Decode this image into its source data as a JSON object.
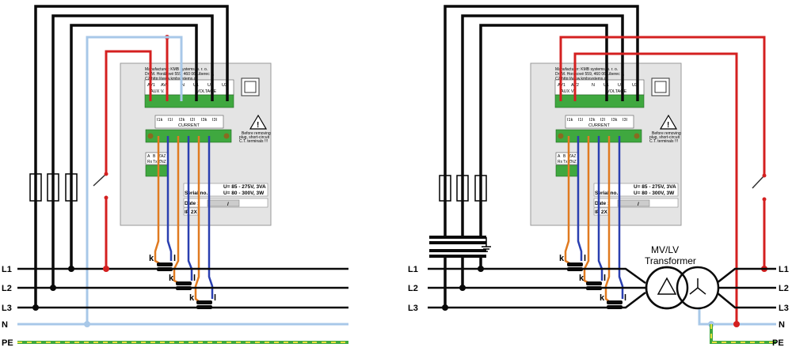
{
  "left": {
    "lines": [
      "L1",
      "L2",
      "L3",
      "N",
      "PE"
    ],
    "terminal_top": [
      "AV1",
      "AV2",
      "N",
      "U1",
      "U2",
      "U3"
    ],
    "terminal_top_labels": {
      "aux": "AUX V.",
      "voltage": "VOLTAGE"
    },
    "terminal_mid": [
      "I1k",
      "I1l",
      "I2k",
      "I2l",
      "I3k",
      "I3l"
    ],
    "terminal_mid_label": "CURRENT",
    "terminal_bottom": [
      "A",
      "B",
      "ZAZ",
      "Rx",
      "Tx",
      "ZNZ"
    ],
    "warning": [
      "Before removing",
      "plug, short-circuit",
      "C.T. terminals !!!"
    ],
    "spec": {
      "u1": "U= 85 - 275V, 3VA",
      "u2": "U= 80 - 300V, 3W"
    },
    "fields": {
      "serial": "Serial no.:",
      "date": "Date :",
      "ip": "IP 2X",
      "slash": "/"
    },
    "manufacturer": [
      "Manufacturer: KMB systems, s. r. o.",
      "Dr. M. Horákové 559, 460 06 Liberec 7,",
      "CZ    http://www.kmbsystems.cz"
    ],
    "ct_labels": {
      "k": "k",
      "l": "l"
    }
  },
  "right": {
    "lines": [
      "L1",
      "L2",
      "L3"
    ],
    "lines_right": [
      "L1",
      "L2",
      "L3",
      "N",
      "PE"
    ],
    "transformer": "MV/LV\nTransformer",
    "transformer_line1": "MV/LV",
    "transformer_line2": "Transformer"
  },
  "colors": {
    "black": "#0a0a0a",
    "red": "#d42020",
    "blue": "#2a3fb0",
    "orange": "#e07a20",
    "light_blue": "#a8c8e8",
    "green": "#3fa83f",
    "pe": "#b8c830"
  }
}
